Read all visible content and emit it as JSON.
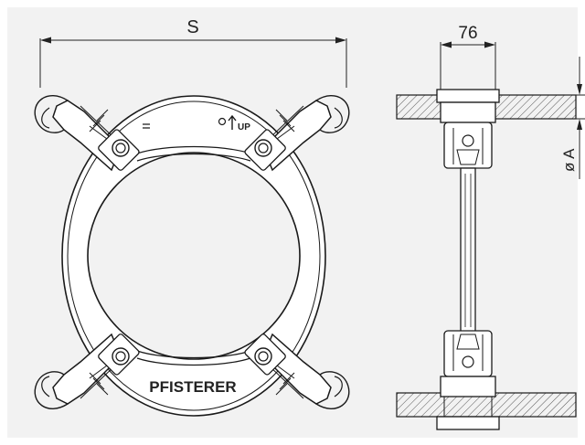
{
  "labels": {
    "span": "S",
    "width": "76",
    "diameter": "ø A",
    "brand": "PFISTERER",
    "up_marker": "UP"
  },
  "colors": {
    "background": "#ffffff",
    "panel": "#f2f2f2",
    "line": "#1a1a1a",
    "hatch": "#555555"
  }
}
